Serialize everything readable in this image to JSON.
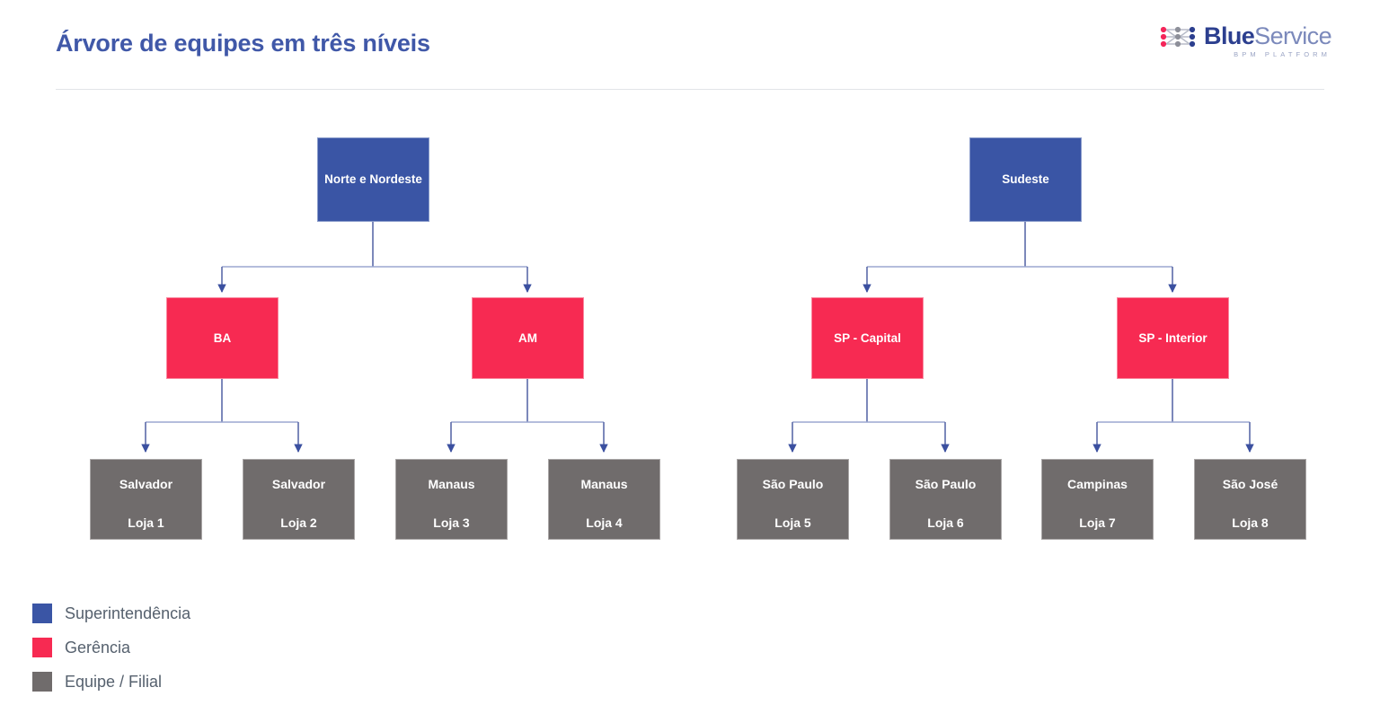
{
  "header": {
    "title": "Árvore de equipes em três níveis",
    "logo": {
      "name_bold": "Blue",
      "name_light": "Service",
      "tagline": "BPM PLATFORM",
      "mark_icon": "network-nodes-icon"
    }
  },
  "colors": {
    "level1": "#3a55a5",
    "level2": "#f72a52",
    "level3": "#706c6c",
    "title": "#4058a8",
    "connector": "#9ba7d0",
    "connector_stem": "#5c6ba8",
    "arrow": "#3b50a0",
    "background": "#ffffff"
  },
  "chart_data": {
    "type": "tree",
    "title": "Árvore de equipes em três níveis",
    "levels": 3,
    "orientation": "top-down",
    "nodes": [
      {
        "id": "n1",
        "label": "Norte e Nordeste",
        "level": 1,
        "category": "Superintendência",
        "parent": null
      },
      {
        "id": "n2",
        "label": "Sudeste",
        "level": 1,
        "category": "Superintendência",
        "parent": null
      },
      {
        "id": "g1",
        "label": "BA",
        "level": 2,
        "category": "Gerência",
        "parent": "n1"
      },
      {
        "id": "g2",
        "label": "AM",
        "level": 2,
        "category": "Gerência",
        "parent": "n1"
      },
      {
        "id": "g3",
        "label": "SP - Capital",
        "level": 2,
        "category": "Gerência",
        "parent": "n2"
      },
      {
        "id": "g4",
        "label": "SP - Interior",
        "level": 2,
        "category": "Gerência",
        "parent": "n2"
      },
      {
        "id": "e1",
        "label": "Salvador",
        "sublabel": "Loja 1",
        "level": 3,
        "category": "Equipe / Filial",
        "parent": "g1"
      },
      {
        "id": "e2",
        "label": "Salvador",
        "sublabel": "Loja 2",
        "level": 3,
        "category": "Equipe / Filial",
        "parent": "g1"
      },
      {
        "id": "e3",
        "label": "Manaus",
        "sublabel": "Loja 3",
        "level": 3,
        "category": "Equipe / Filial",
        "parent": "g2"
      },
      {
        "id": "e4",
        "label": "Manaus",
        "sublabel": "Loja 4",
        "level": 3,
        "category": "Equipe / Filial",
        "parent": "g2"
      },
      {
        "id": "e5",
        "label": "São Paulo",
        "sublabel": "Loja 5",
        "level": 3,
        "category": "Equipe / Filial",
        "parent": "g3"
      },
      {
        "id": "e6",
        "label": "São Paulo",
        "sublabel": "Loja 6",
        "level": 3,
        "category": "Equipe / Filial",
        "parent": "g3"
      },
      {
        "id": "e7",
        "label": "Campinas",
        "sublabel": "Loja 7",
        "level": 3,
        "category": "Equipe / Filial",
        "parent": "g4"
      },
      {
        "id": "e8",
        "label": "São José",
        "sublabel": "Loja 8",
        "level": 3,
        "category": "Equipe / Filial",
        "parent": "g4"
      }
    ]
  },
  "legend": {
    "items": [
      {
        "label": "Superintendência",
        "color": "#3a55a5"
      },
      {
        "label": "Gerência",
        "color": "#f72a52"
      },
      {
        "label": "Equipe / Filial",
        "color": "#706c6c"
      }
    ]
  }
}
